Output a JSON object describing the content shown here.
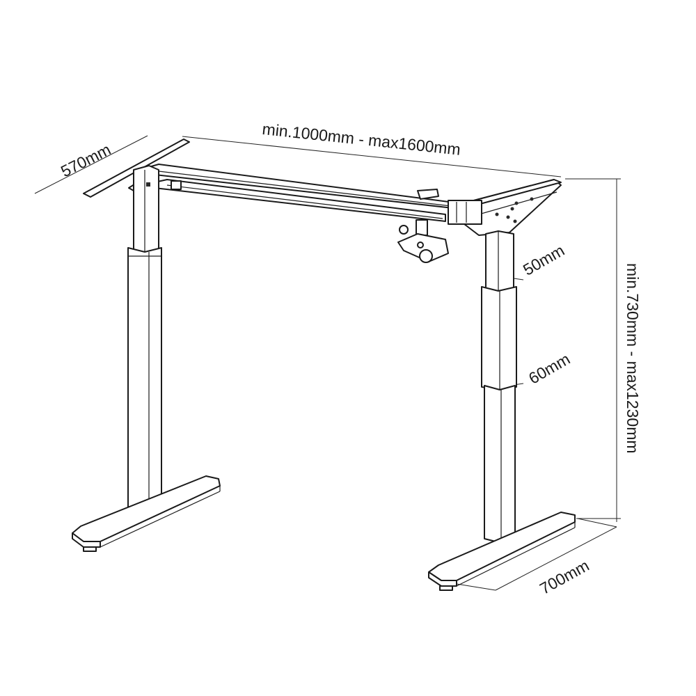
{
  "dimensions": {
    "depth": "570mm",
    "width": "min.1000mm - max1600mm",
    "height": "min.730mm - max1230mm",
    "upper_stage": "50mm",
    "lower_stage": "60mm",
    "foot_length": "700mm"
  }
}
